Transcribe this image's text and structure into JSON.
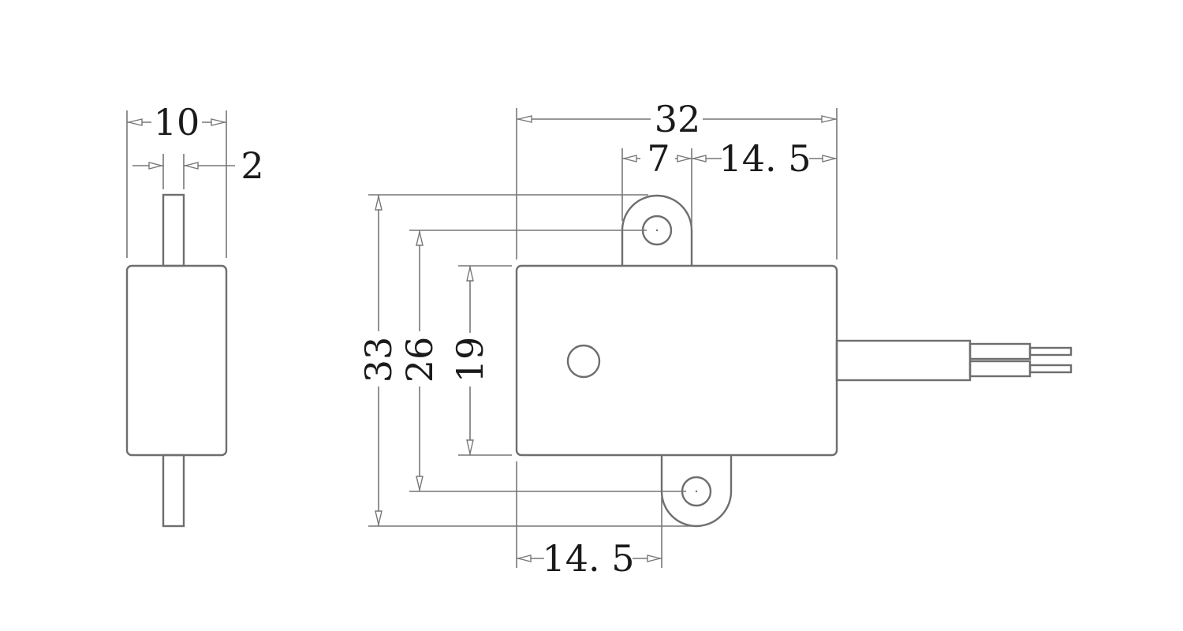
{
  "dimensions": {
    "side_width": "10",
    "side_pin": "2",
    "overall_width": "32",
    "top_tab_width": "7",
    "top_tab_offset": "14. 5",
    "overall_height": "33",
    "hole_spacing": "26",
    "body_height": "19",
    "bottom_tab_offset": "14. 5"
  },
  "colors": {
    "line": "#6e6e6e",
    "text": "#1a1a1a",
    "background": "#ffffff"
  }
}
